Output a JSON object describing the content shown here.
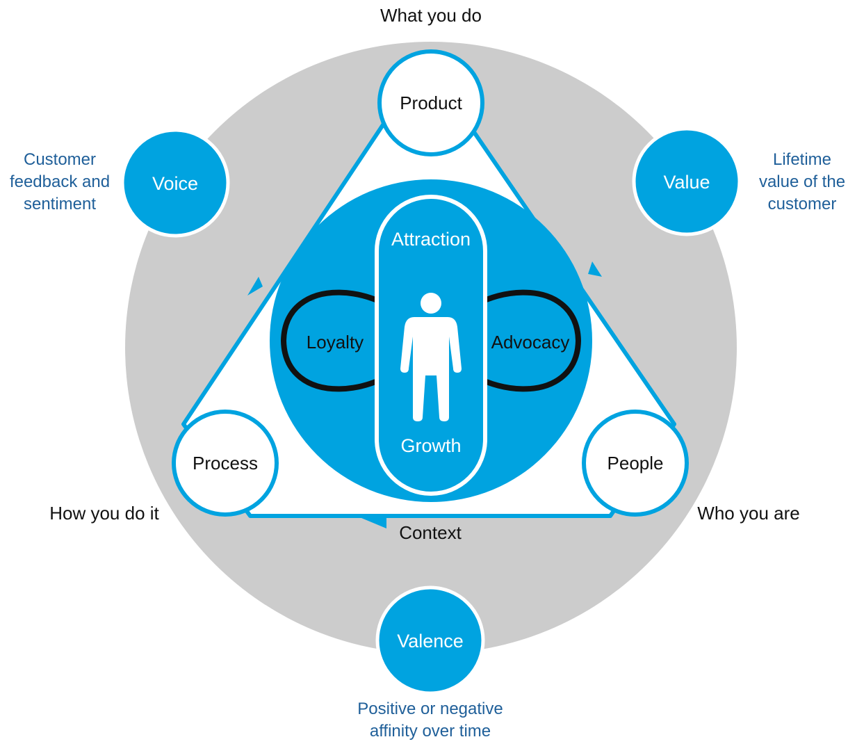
{
  "colors": {
    "brand_blue": "#00a3e0",
    "ring_gray": "#cccccc",
    "text_blue": "#1f5f99",
    "text_dark": "#111111",
    "white": "#ffffff",
    "loop_black": "#111111"
  },
  "outer_labels": {
    "top": "What you do",
    "left": "How you do it",
    "right": "Who you are",
    "bottom": "Context"
  },
  "vertices": {
    "product": "Product",
    "process": "Process",
    "people": "People"
  },
  "measures": {
    "voice": {
      "title": "Voice",
      "description": [
        "Customer",
        "feedback and",
        "sentiment"
      ]
    },
    "value": {
      "title": "Value",
      "description": [
        "Lifetime",
        "value of the",
        "customer"
      ]
    },
    "valence": {
      "title": "Valence",
      "description": [
        "Positive or negative",
        "affinity over time"
      ]
    }
  },
  "core": {
    "top": "Attraction",
    "bottom": "Growth",
    "left": "Loyalty",
    "right": "Advocacy",
    "center_icon": "person-icon"
  }
}
